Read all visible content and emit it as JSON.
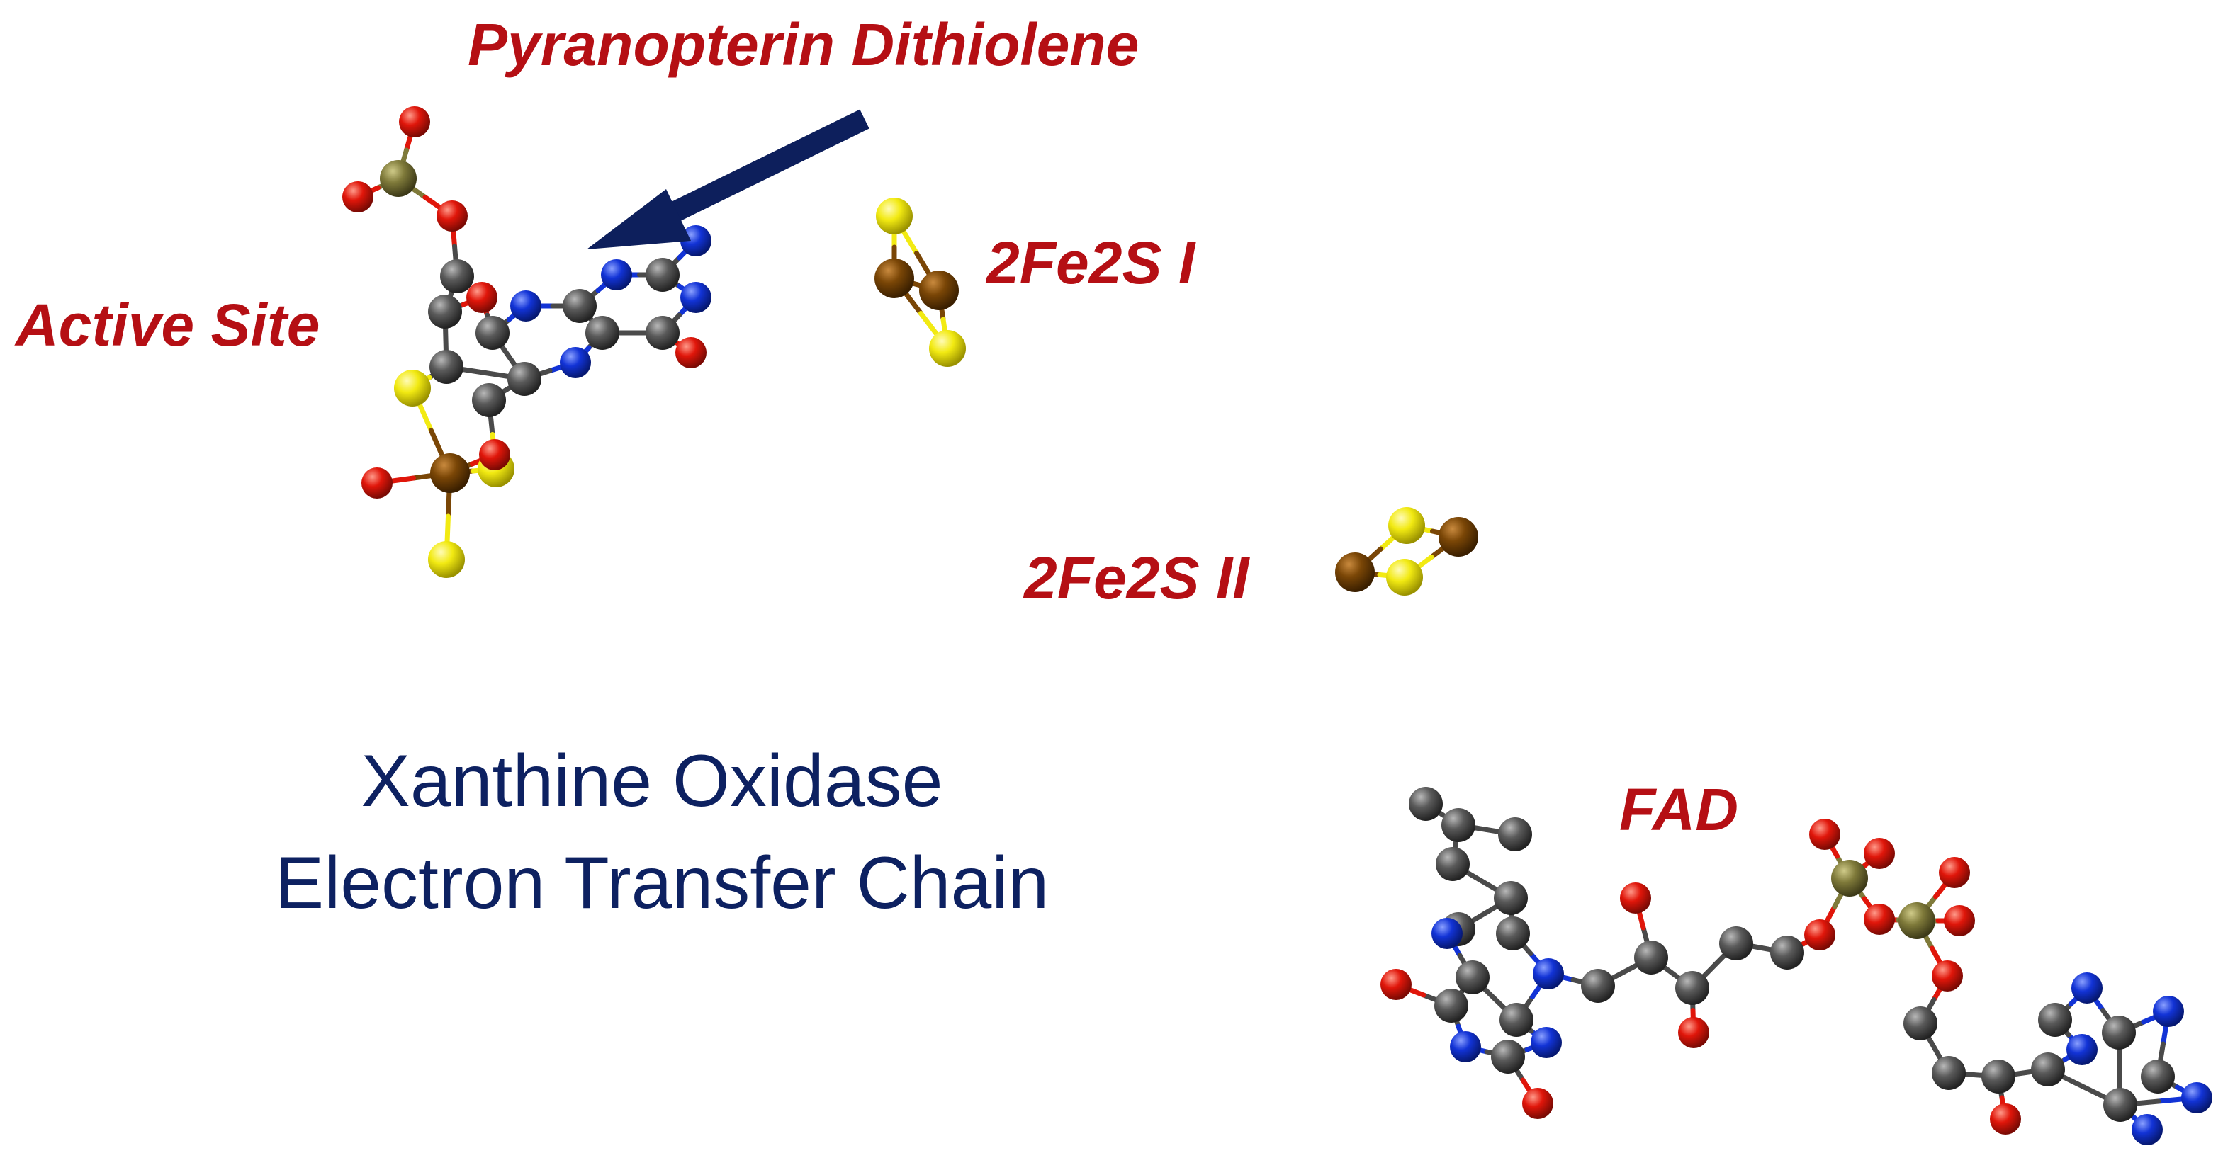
{
  "labels": {
    "pyranopterin": "Pyranopterin Dithiolene",
    "active_site": "Active Site",
    "fes_1": "2Fe2S I",
    "fes_2": "2Fe2S II",
    "fad": "FAD"
  },
  "title": {
    "line1": "Xanthine Oxidase",
    "line2": "Electron Transfer Chain"
  },
  "colors": {
    "label_red": "#b50f14",
    "title_navy": "#0d2161",
    "arrow_navy": "#0d1f5c",
    "carbon": "#4a4a4a",
    "oxygen": "#e0160a",
    "nitrogen": "#1233d6",
    "sulfur": "#f2ea12",
    "iron": "#7a4606",
    "molybdenum": "#8a8432",
    "phosphorus": "#7f7a3a"
  }
}
